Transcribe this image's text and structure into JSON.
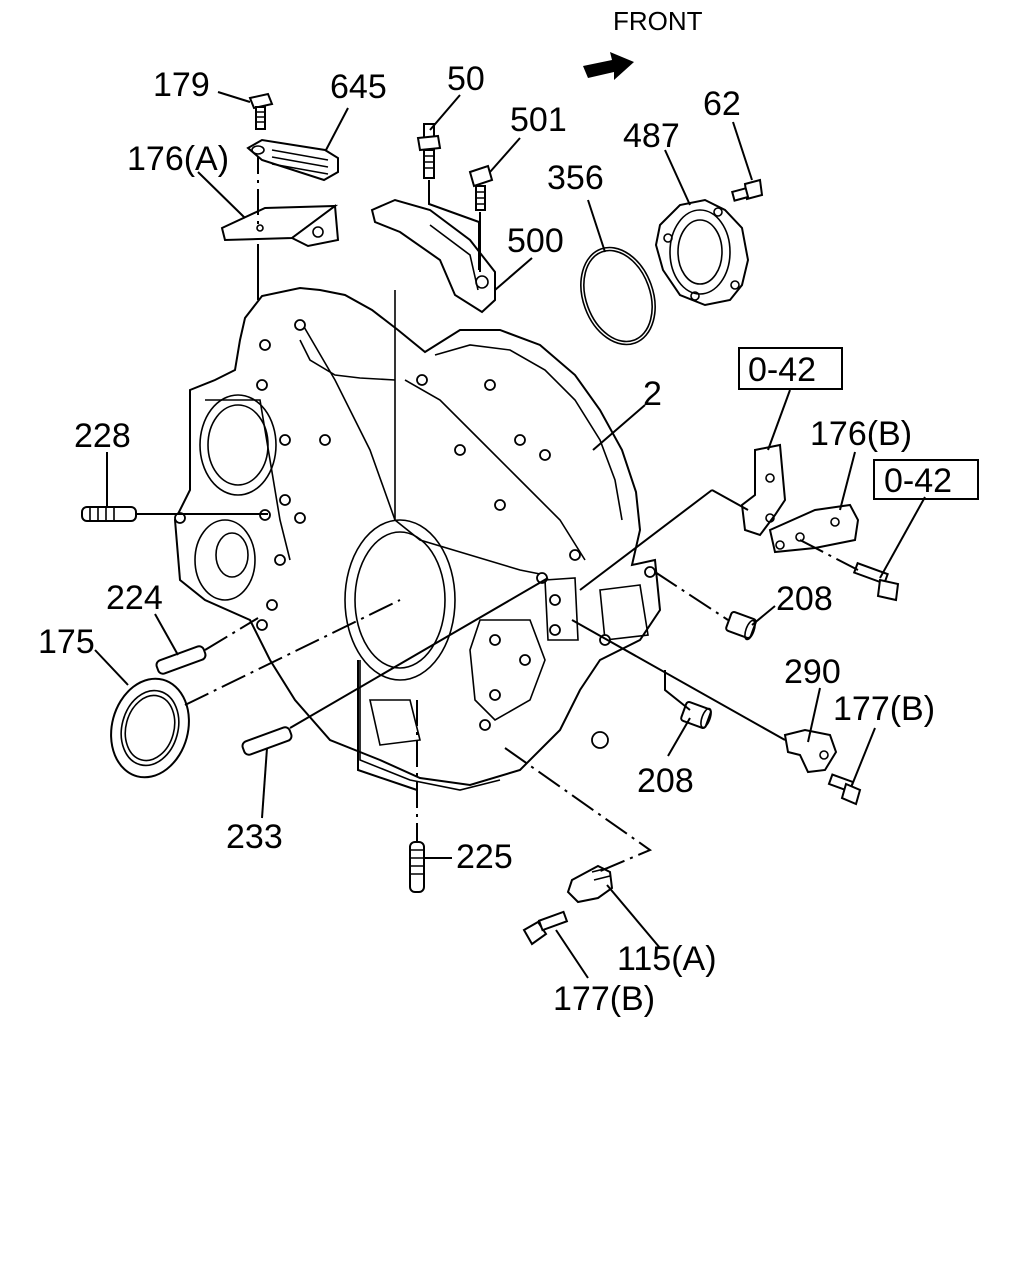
{
  "front_label": "FRONT",
  "callouts": {
    "c179": "179",
    "c645": "645",
    "c50": "50",
    "c501": "501",
    "c62": "62",
    "c487": "487",
    "c176a": "176(A)",
    "c356": "356",
    "c500": "500",
    "c2": "2",
    "c042a": "0-42",
    "c176b": "176(B)",
    "c042b": "0-42",
    "c228": "228",
    "c224": "224",
    "c208a": "208",
    "c175": "175",
    "c290": "290",
    "c177b_right": "177(B)",
    "c208b": "208",
    "c233": "233",
    "c225": "225",
    "c115a": "115(A)",
    "c177b_bottom": "177(B)"
  }
}
